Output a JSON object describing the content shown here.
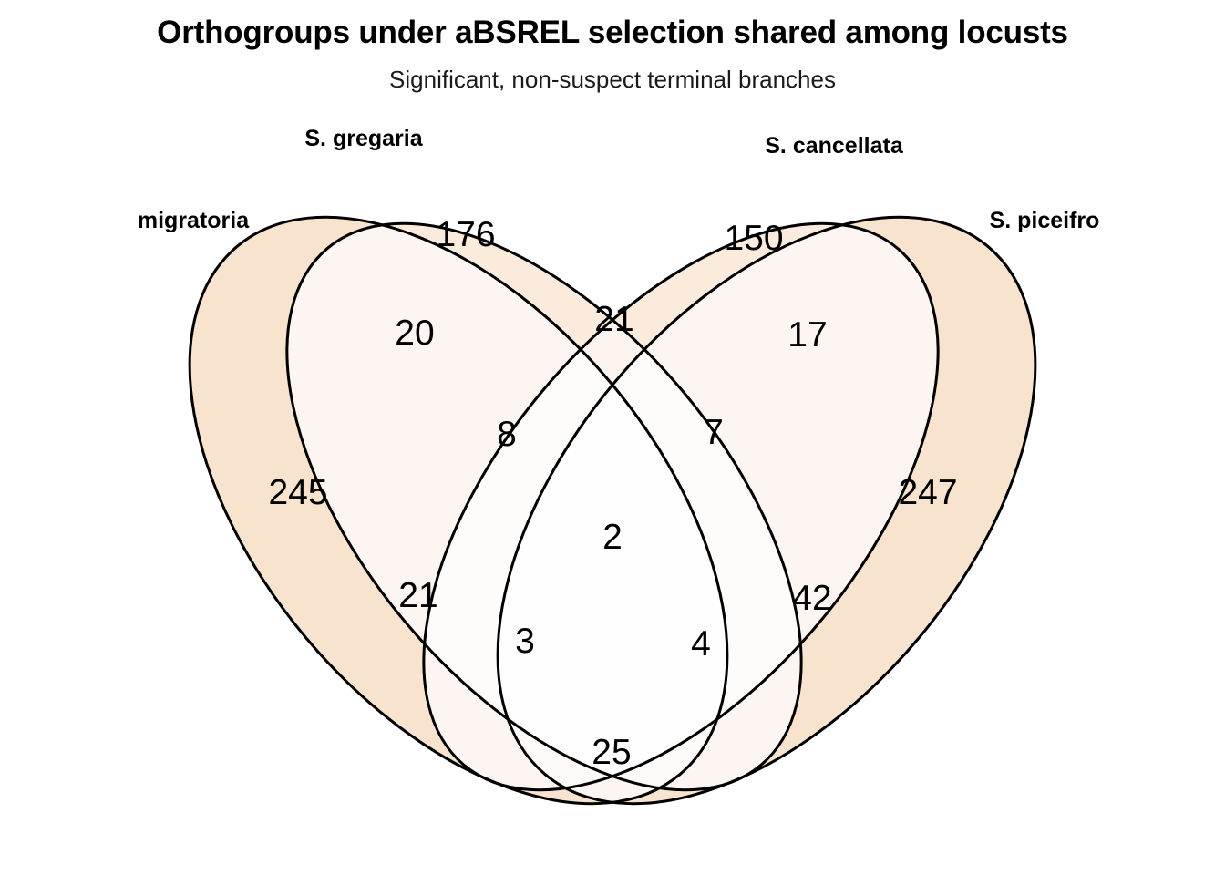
{
  "header": {
    "title": "Orthogroups under aBSREL selection shared among locusts",
    "subtitle": "Significant, non-suspect terminal branches"
  },
  "colors": {
    "background": "#ffffff",
    "outline": "#000000",
    "fill_outer_sets": "#F8E4CE",
    "fill_inner_sets": "#FAEBDC",
    "fill_light_overlap": "#FCF5F1",
    "fill_pale_overlap": "#FDF8F6",
    "fill_near_white": "#FEFBF9",
    "text": "#000000"
  },
  "chart_data": {
    "type": "venn",
    "title": "Orthogroups under aBSREL selection shared among locusts",
    "subtitle": "Significant, non-suspect terminal branches",
    "sets": [
      {
        "id": "A",
        "label": "migratoria",
        "position": "far-left"
      },
      {
        "id": "B",
        "label": "S. gregaria",
        "position": "inner-left"
      },
      {
        "id": "C",
        "label": "S. cancellata",
        "position": "inner-right"
      },
      {
        "id": "D",
        "label": "S. piceifro",
        "position": "far-right"
      }
    ],
    "xlabel": "",
    "ylabel": "",
    "legend": "none",
    "grid": false,
    "regions": [
      {
        "key": "A",
        "sets": [
          "migratoria"
        ],
        "value": 245
      },
      {
        "key": "B",
        "sets": [
          "S. gregaria"
        ],
        "value": 176
      },
      {
        "key": "C",
        "sets": [
          "S. cancellata"
        ],
        "value": 150
      },
      {
        "key": "D",
        "sets": [
          "S. piceifro"
        ],
        "value": 247
      },
      {
        "key": "AB",
        "sets": [
          "migratoria",
          "S. gregaria"
        ],
        "value": 20
      },
      {
        "key": "BC",
        "sets": [
          "S. gregaria",
          "S. cancellata"
        ],
        "value": 21
      },
      {
        "key": "CD",
        "sets": [
          "S. cancellata",
          "S. piceifro"
        ],
        "value": 17
      },
      {
        "key": "AC",
        "sets": [
          "migratoria",
          "S. cancellata"
        ],
        "value": 21
      },
      {
        "key": "BD",
        "sets": [
          "S. gregaria",
          "S. piceifro"
        ],
        "value": 42
      },
      {
        "key": "AD",
        "sets": [
          "migratoria",
          "S. piceifro"
        ],
        "value": 25
      },
      {
        "key": "ABC",
        "sets": [
          "migratoria",
          "S. gregaria",
          "S. cancellata"
        ],
        "value": 8
      },
      {
        "key": "BCD",
        "sets": [
          "S. gregaria",
          "S. cancellata",
          "S. piceifro"
        ],
        "value": 7
      },
      {
        "key": "ABD",
        "sets": [
          "migratoria",
          "S. gregaria",
          "S. piceifro"
        ],
        "value": 3
      },
      {
        "key": "ACD",
        "sets": [
          "migratoria",
          "S. cancellata",
          "S. piceifro"
        ],
        "value": 4
      },
      {
        "key": "ABCD",
        "sets": [
          "migratoria",
          "S. gregaria",
          "S. cancellata",
          "S. piceifro"
        ],
        "value": 2
      }
    ]
  },
  "labels": {
    "set_a": "migratoria",
    "set_b": "S. gregaria",
    "set_c": "S. cancellata",
    "set_d": "S. piceifro"
  },
  "counts": {
    "a": "245",
    "b": "176",
    "c": "150",
    "d": "247",
    "ab": "20",
    "bc": "21",
    "cd": "17",
    "ac": "21",
    "bd": "42",
    "ad": "25",
    "abc": "8",
    "bcd": "7",
    "abd": "3",
    "acd": "4",
    "abcd": "2"
  }
}
